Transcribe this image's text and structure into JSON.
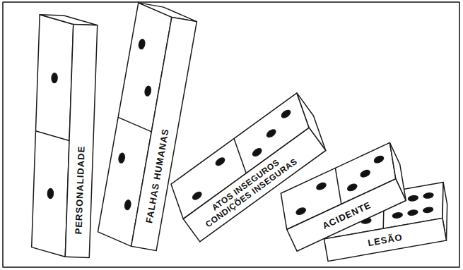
{
  "diagram": {
    "nodes": [
      {
        "text": [
          "PERSONALIDADE"
        ]
      },
      {
        "text": [
          "FALHAS HUMANAS"
        ]
      },
      {
        "text": [
          "ATOS INSEGUROS",
          "CONDIÇÕES INSEGURAS"
        ]
      },
      {
        "text": [
          "ACIDENTE"
        ]
      },
      {
        "text": [
          "LESÃO"
        ]
      }
    ]
  }
}
